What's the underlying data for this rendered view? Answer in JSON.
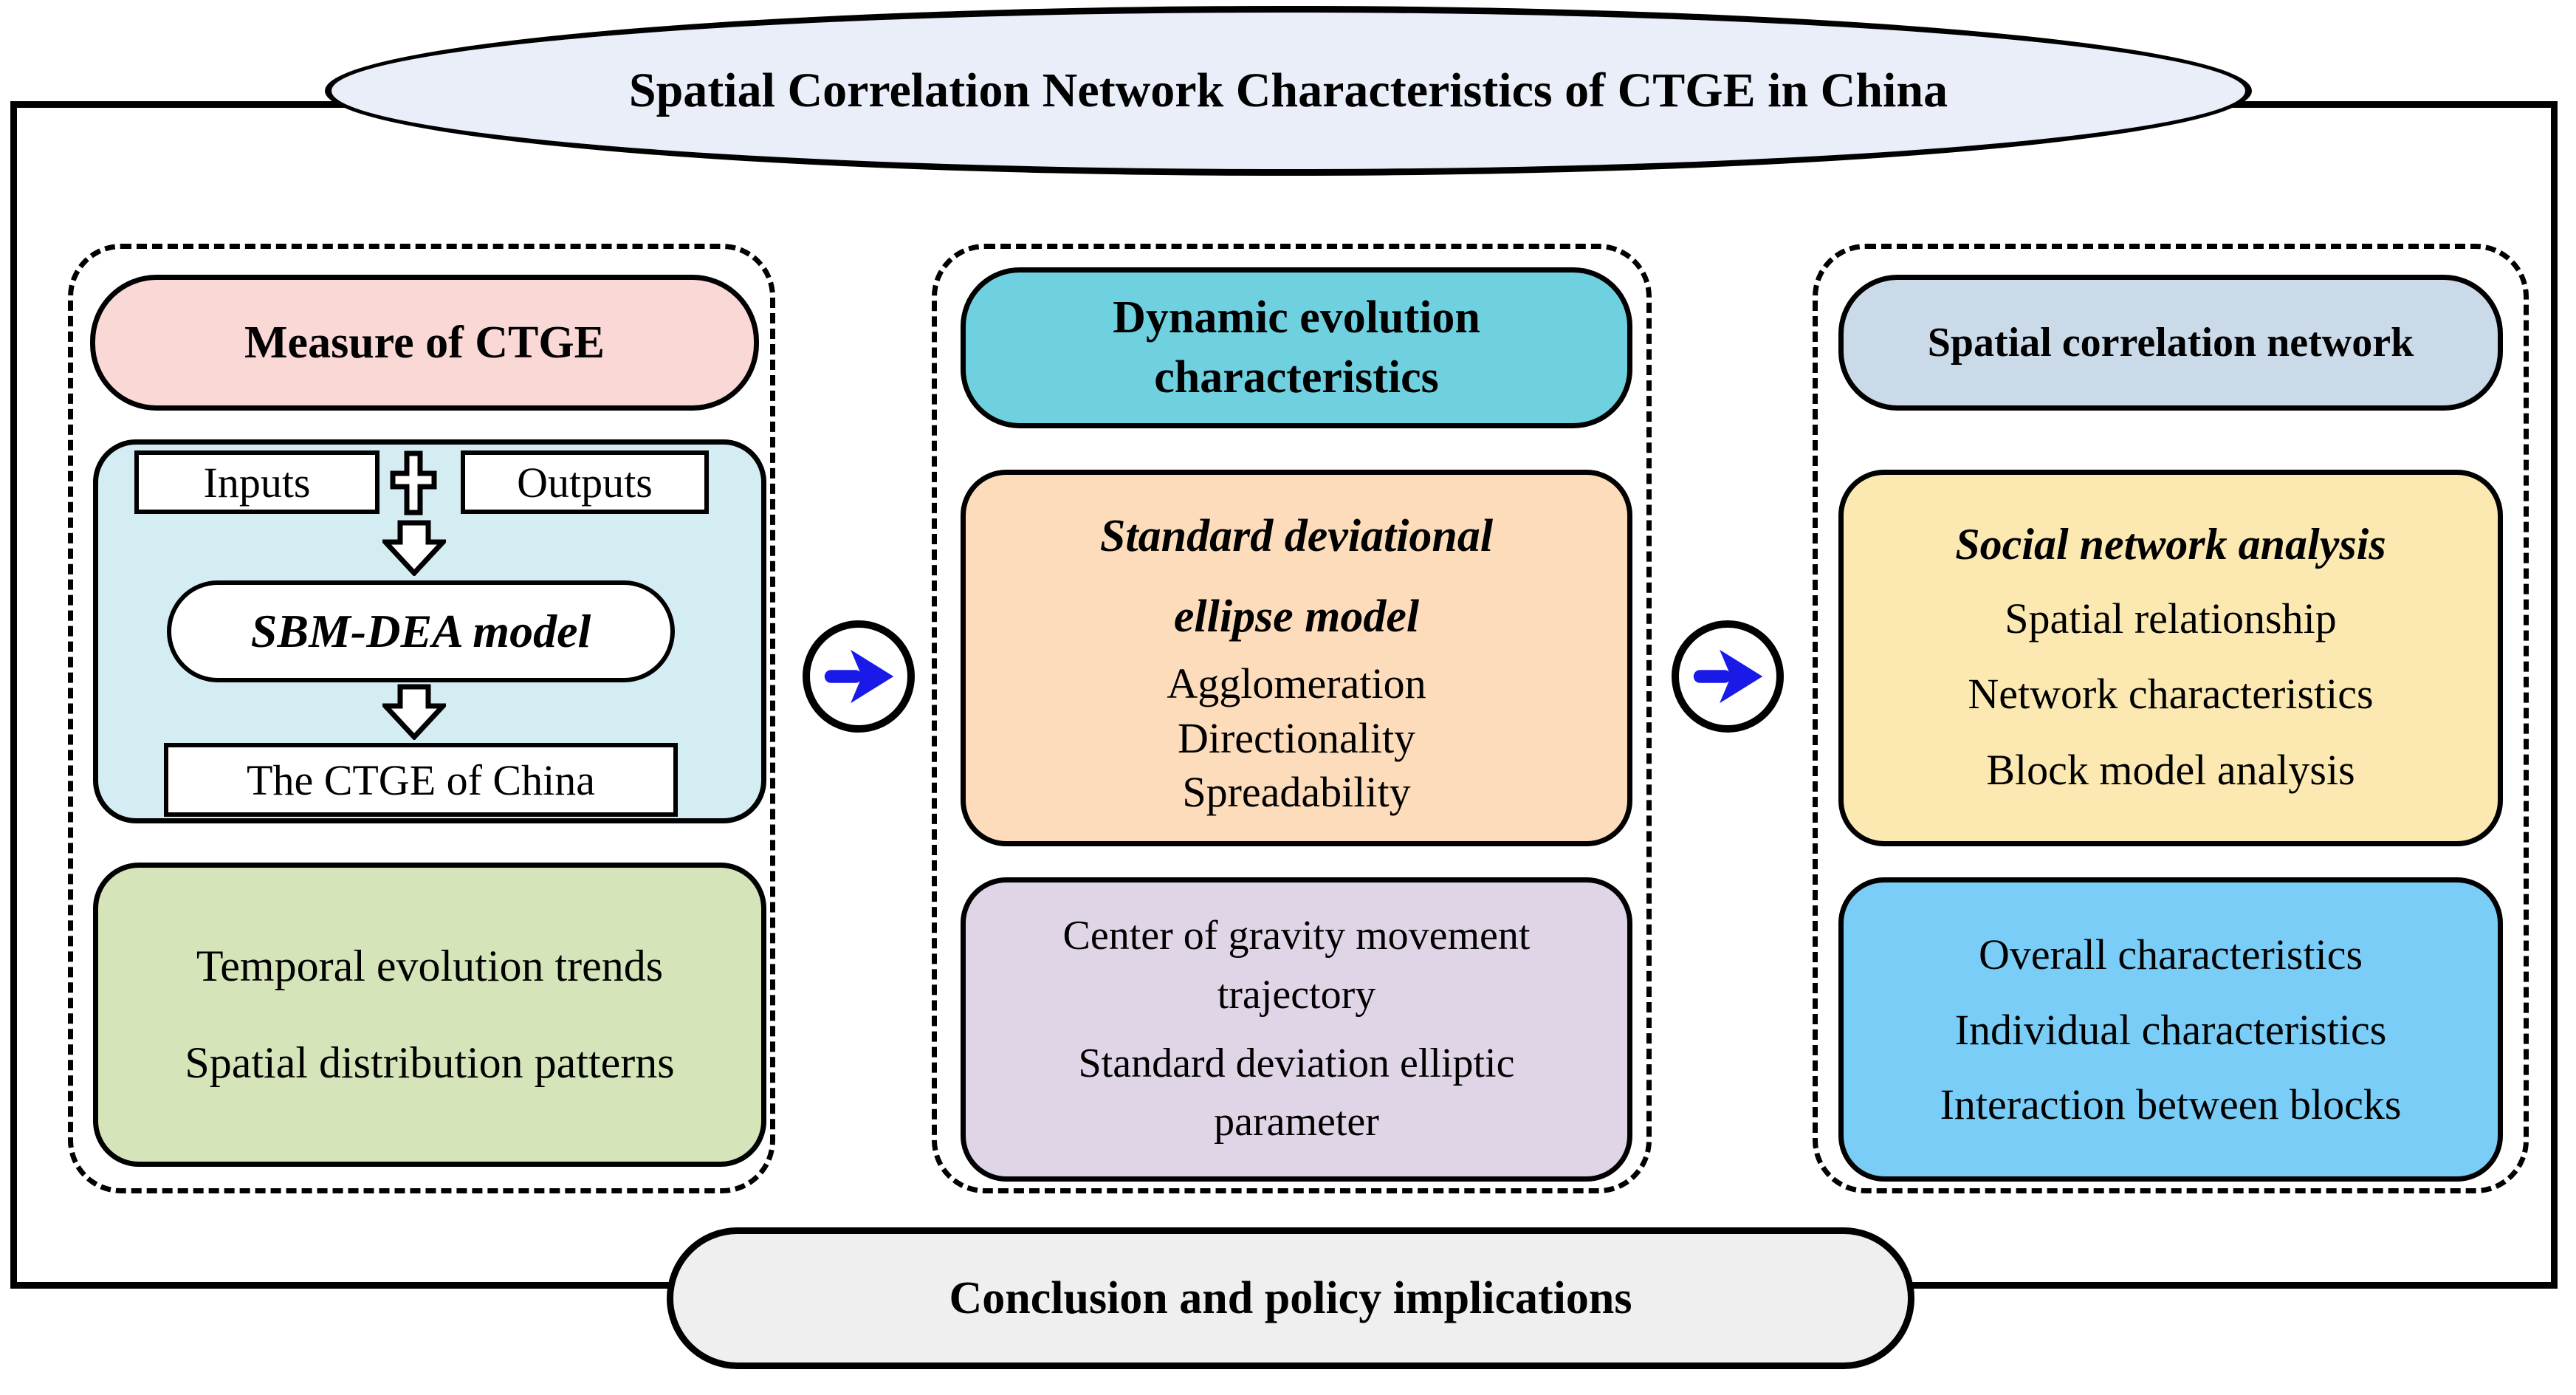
{
  "banner": {
    "title": "Spatial Correlation Network Characteristics of CTGE in China"
  },
  "conclusion": {
    "label": "Conclusion and policy implications"
  },
  "measure": {
    "header": "Measure of CTGE",
    "inputs": "Inputs",
    "outputs": "Outputs",
    "model": "SBM-DEA model",
    "result": "The CTGE of China",
    "findings": [
      "Temporal evolution trends",
      "Spatial distribution patterns"
    ]
  },
  "dynamic": {
    "header": "Dynamic evolution characteristics",
    "method": "Standard deviational ellipse model",
    "aspects": [
      "Agglomeration",
      "Directionality",
      "Spreadability"
    ],
    "outputs": [
      "Center of gravity movement trajectory",
      "Standard deviation elliptic parameter"
    ]
  },
  "network": {
    "header": "Spatial correlation network",
    "method": "Social network analysis",
    "aspects": [
      "Spatial relationship",
      "Network characteristics",
      "Block model analysis"
    ],
    "outputs": [
      "Overall characteristics",
      "Individual characteristics",
      "Interaction between blocks"
    ]
  },
  "icons": {
    "plus": "plus-outline-icon",
    "down_arrow": "hollow-down-arrow-icon",
    "flow_arrow": "blue-right-arrow-in-circle-icon"
  },
  "colors": {
    "banner_fill": "#E9EEF8",
    "pink_header": "#F9D8D6",
    "cyan_panel": "#D4EDF3",
    "green_panel": "#D5E4B9",
    "teal_header": "#6FD1DF",
    "orange_panel": "#FCDCBA",
    "purple_panel": "#E0D5E6",
    "steel_header": "#CBDAE8",
    "yellow_panel": "#FBE9B1",
    "sky_panel": "#79CDF6",
    "conclusion_fill": "#EFEFEF",
    "flow_arrow_blue": "#1A1AE8",
    "outline_black": "#000000"
  }
}
